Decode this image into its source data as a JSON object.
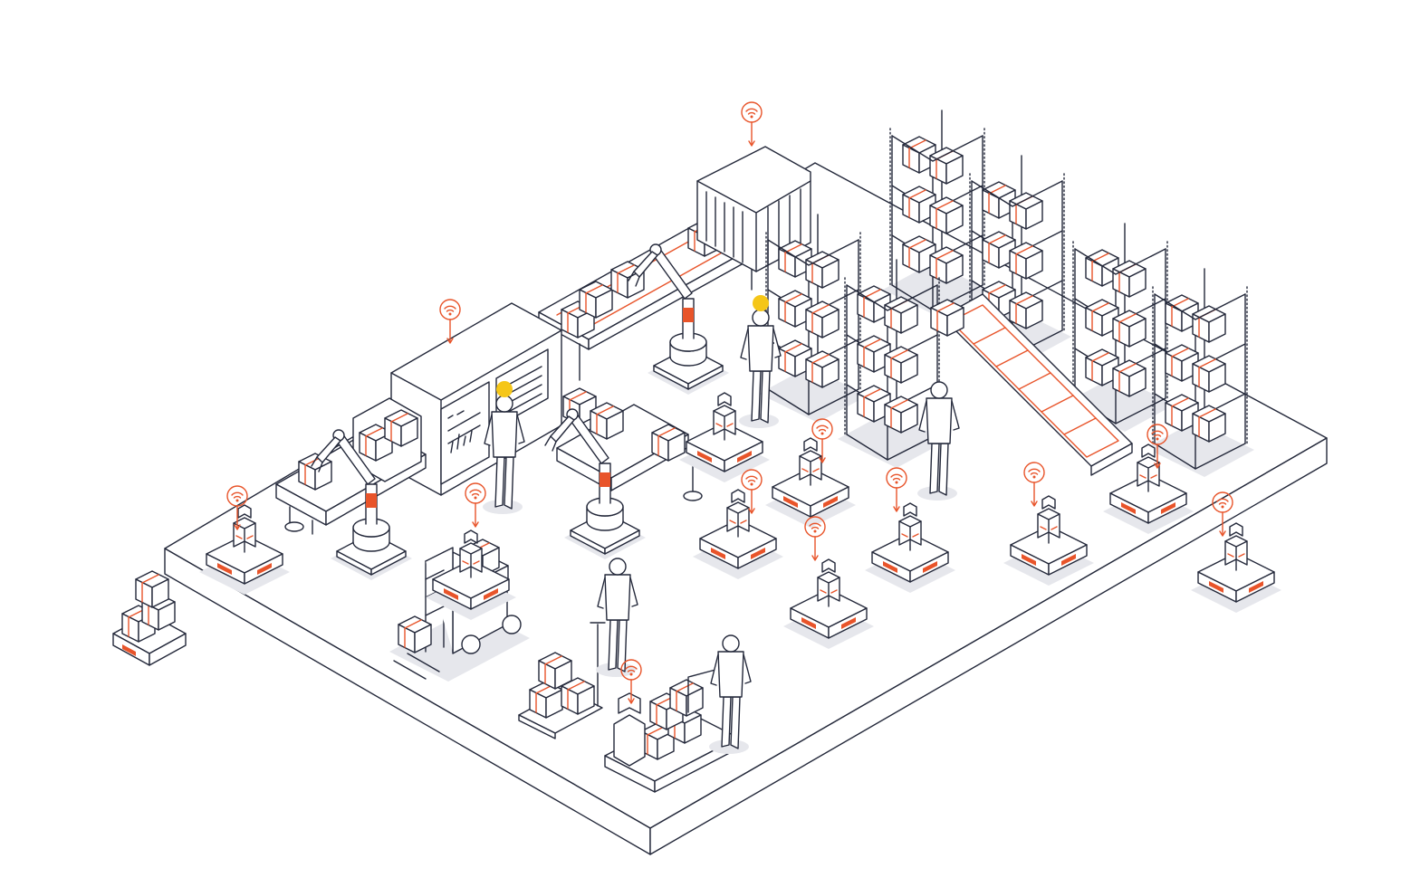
{
  "scene": {
    "style": "isometric line illustration",
    "colors": {
      "outline": "#23283a",
      "accent": "#e8542a",
      "helmet": "#f5c618",
      "shadow": "#e6e7ec",
      "background": "#ffffff"
    },
    "icons": [
      "wifi-signal-icon",
      "robot-arm",
      "conveyor-belt",
      "storage-rack",
      "cardboard-box",
      "agv-robot",
      "forklift",
      "hand-pallet-truck",
      "worker-with-hardhat",
      "control-panel"
    ]
  }
}
